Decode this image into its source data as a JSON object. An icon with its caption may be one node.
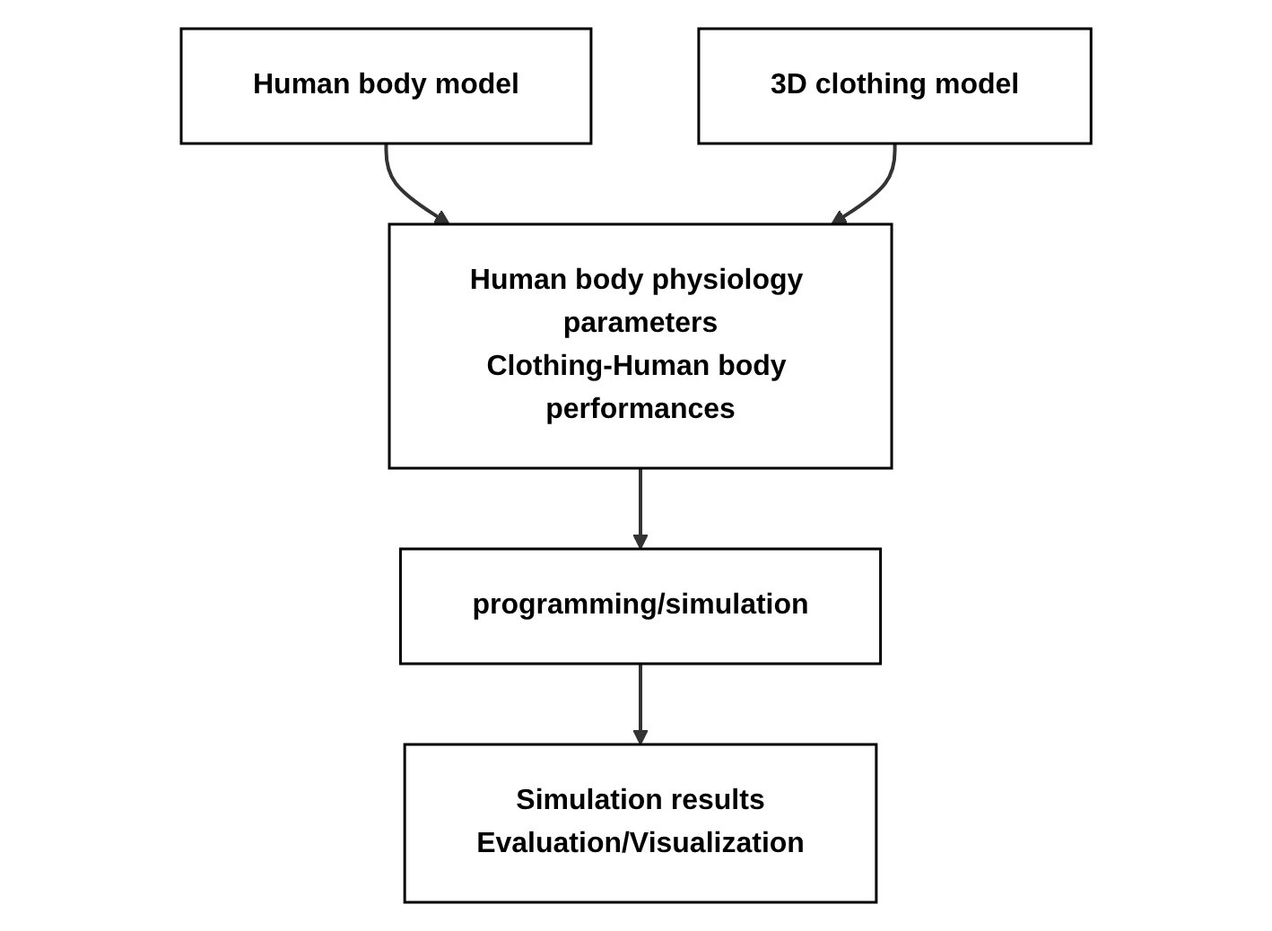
{
  "diagram": {
    "nodes": [
      {
        "text": [
          "Human body model"
        ]
      },
      {
        "text": [
          "3D clothing model"
        ]
      },
      {
        "text": [
          "Human body physiology parameters",
          "Clothing-Human body performances"
        ]
      },
      {
        "text": [
          "programming/simulation"
        ]
      },
      {
        "text": [
          "Simulation results",
          "Evaluation/Visualization"
        ]
      }
    ],
    "edges": [
      {
        "from": 0,
        "to": 2,
        "arrow": "to"
      },
      {
        "from": 1,
        "to": 2,
        "arrow": "to"
      },
      {
        "from": 2,
        "to": 3,
        "arrow": "to"
      },
      {
        "from": 3,
        "to": 4,
        "arrow": "to"
      }
    ]
  }
}
